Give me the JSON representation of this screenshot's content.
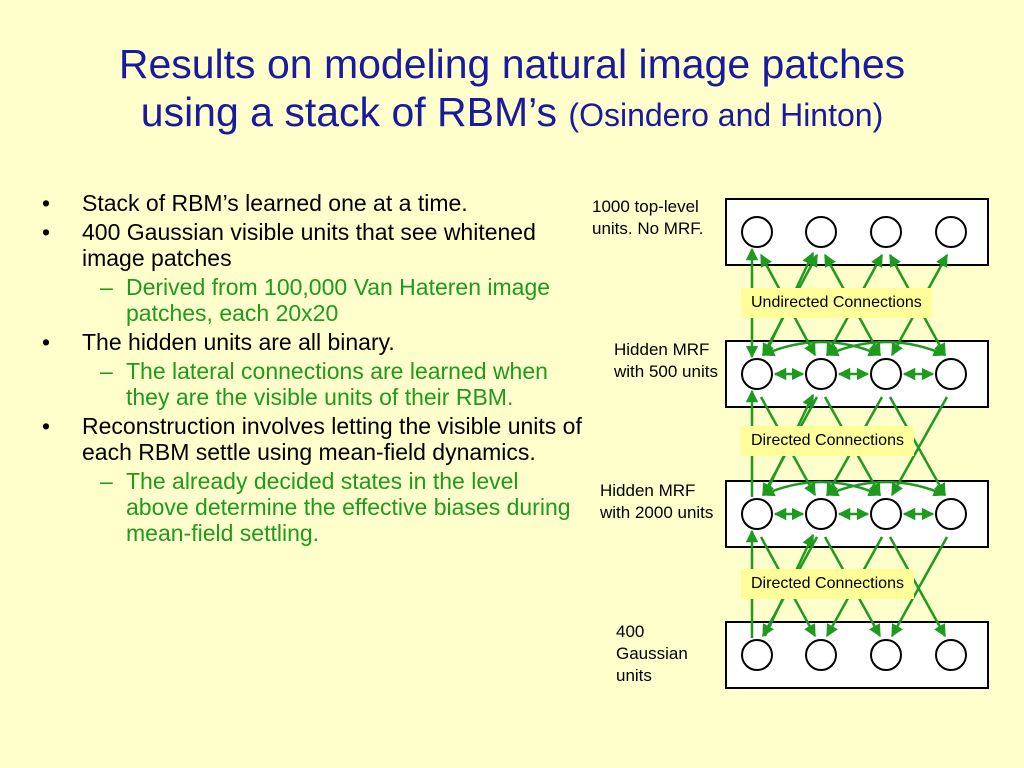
{
  "title": {
    "line1": "Results on modeling natural image patches",
    "line2_main": "using a stack of RBM’s ",
    "line2_small": "(Osindero and Hinton)"
  },
  "bullets": [
    {
      "level": 1,
      "text": "Stack of RBM’s learned one at a time."
    },
    {
      "level": 1,
      "text": "400 Gaussian visible units that see whitened image patches"
    },
    {
      "level": 2,
      "text": "Derived from 100,000 Van Hateren image patches, each 20x20"
    },
    {
      "level": 1,
      "text": "The hidden units are all binary."
    },
    {
      "level": 2,
      "text": " The lateral connections are learned when they are the visible units of their RBM."
    },
    {
      "level": 1,
      "text": "Reconstruction involves letting the visible units of each RBM settle using mean-field dynamics."
    },
    {
      "level": 2,
      "text": "The already decided states in the level above determine the effective biases during mean-field settling."
    }
  ],
  "layers": {
    "top": "1000 top-level units. No MRF.",
    "hidden500": "Hidden MRF with 500 units",
    "hidden2000": "Hidden MRF with 2000 units",
    "visible": "400 Gaussian units"
  },
  "connections": {
    "undirected": "Undirected Connections",
    "directed1": "Directed Connections",
    "directed2": "Directed Connections"
  },
  "colors": {
    "title": "#1a1aa0",
    "green": "#1e9a1e",
    "background": "#ffffcc",
    "label_bg": "#ffff99"
  }
}
